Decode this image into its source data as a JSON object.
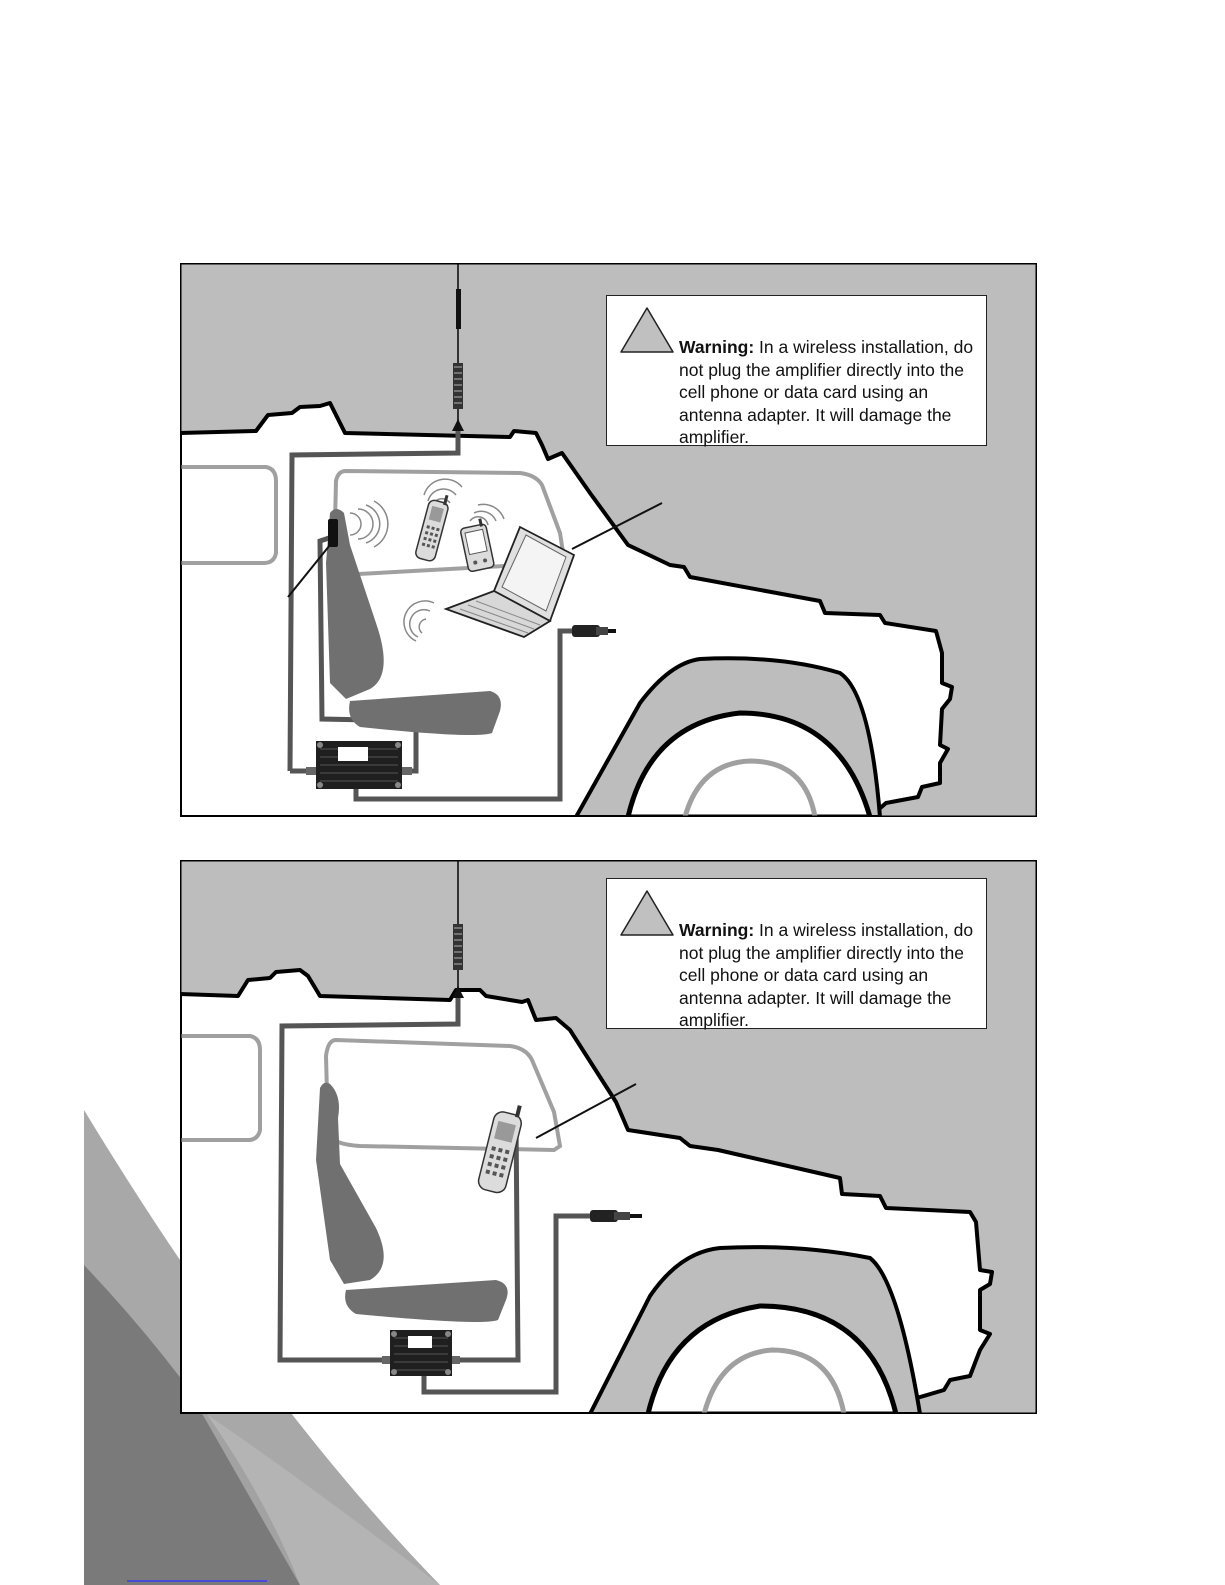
{
  "colors": {
    "sky": "#bdbdbd",
    "outline": "#000000",
    "cable": "#555555",
    "seat": "#707070",
    "window_line": "#a0a0a0",
    "corner_dark": "#7a7a7a",
    "corner_light": "#a8a8a8"
  },
  "figures": [
    {
      "warning": {
        "label": "Warning:",
        "text": "In a wireless installation, do not plug the amplifier directly into the cell phone or data card using an antenna adapter.  It will damage the amplifier."
      },
      "icons": [
        "warning-triangle-icon",
        "antenna-icon",
        "seat-icon",
        "phone-icon",
        "pda-icon",
        "laptop-icon",
        "amplifier-icon",
        "power-plug-icon",
        "signal-waves-icon"
      ]
    },
    {
      "warning": {
        "label": "Warning:",
        "text": "In a wireless installation, do not plug the amplifier directly into the cell phone or data card using an antenna adapter.  It will damage the amplifier."
      },
      "icons": [
        "warning-triangle-icon",
        "antenna-icon",
        "seat-icon",
        "phone-icon",
        "amplifier-icon",
        "power-plug-icon"
      ]
    }
  ]
}
